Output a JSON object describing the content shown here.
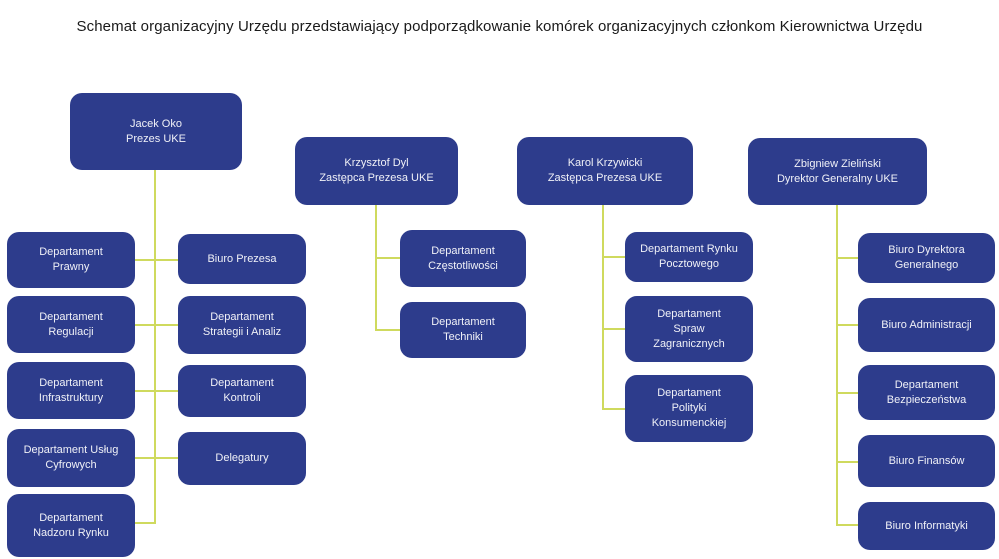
{
  "title": "Schemat organizacyjny Urzędu przedstawiający podporządkowanie komórek organizacyjnych członkom Kierownictwa Urzędu",
  "colors": {
    "background": "#ffffff",
    "box": "#2d3c8c",
    "line": "#cfda5e",
    "text": "#f0f1f7",
    "title": "#1a1a1a"
  },
  "groups": [
    {
      "leader": {
        "name": "Jacek Oko",
        "role": "Prezes UKE"
      },
      "left": [
        "Departament\nPrawny",
        "Departament\nRegulacji",
        "Departament\nInfrastruktury",
        "Departament Usług\nCyfrowych",
        "Departament\nNadzoru Rynku"
      ],
      "right": [
        "Biuro Prezesa",
        "Departament\nStrategii i Analiz",
        "Departament\nKontroli",
        "Delegatury"
      ]
    },
    {
      "leader": {
        "name": "Krzysztof Dyl",
        "role": "Zastępca Prezesa UKE"
      },
      "children": [
        "Departament\nCzęstotliwości",
        "Departament\nTechniki"
      ]
    },
    {
      "leader": {
        "name": "Karol Krzywicki",
        "role": "Zastępca Prezesa UKE"
      },
      "children": [
        "Departament Rynku\nPocztowego",
        "Departament\nSpraw\nZagranicznych",
        "Departament\nPolityki\nKonsumenckiej"
      ]
    },
    {
      "leader": {
        "name": "Zbigniew Zieliński",
        "role": "Dyrektor Generalny UKE"
      },
      "children": [
        "Biuro Dyrektora\nGeneralnego",
        "Biuro Administracji",
        "Departament\nBezpieczeństwa",
        "Biuro Finansów",
        "Biuro Informatyki"
      ]
    }
  ]
}
